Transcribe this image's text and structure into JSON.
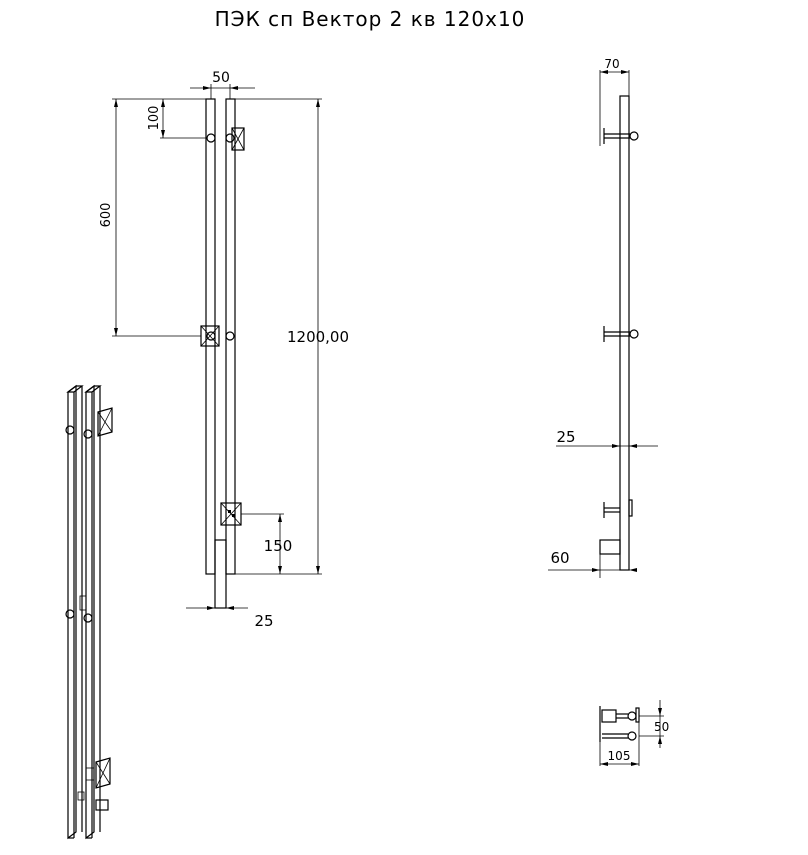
{
  "title": "ПЭК сп Вектор 2 кв 120х10",
  "front_view": {
    "dim_width": "50",
    "dim_top_offset": "100",
    "dim_spacing": "600",
    "dim_height": "1200,00",
    "dim_bottom_offset": "150",
    "dim_pipe": "25"
  },
  "side_view": {
    "dim_depth": "70",
    "dim_pipe": "25",
    "dim_bottom": "60"
  },
  "detail_view": {
    "dim_height": "50",
    "dim_width": "105"
  }
}
